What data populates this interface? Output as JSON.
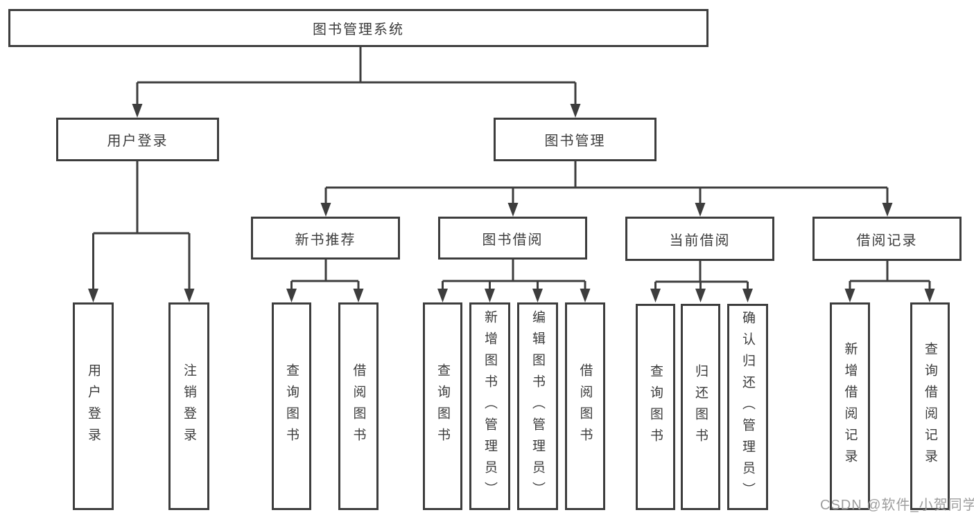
{
  "tree": {
    "label": "图书管理系统",
    "children": [
      {
        "label": "用户登录",
        "children": [
          {
            "label": "用户登录"
          },
          {
            "label": "注销登录"
          }
        ]
      },
      {
        "label": "图书管理",
        "children": [
          {
            "label": "新书推荐",
            "children": [
              {
                "label": "查询图书"
              },
              {
                "label": "借阅图书"
              }
            ]
          },
          {
            "label": "图书借阅",
            "children": [
              {
                "label": "查询图书"
              },
              {
                "label": "新增图书（管理员）"
              },
              {
                "label": "编辑图书（管理员）"
              },
              {
                "label": "借阅图书"
              }
            ]
          },
          {
            "label": "当前借阅",
            "children": [
              {
                "label": "查询图书"
              },
              {
                "label": "归还图书"
              },
              {
                "label": "确认归还（管理员）"
              }
            ]
          },
          {
            "label": "借阅记录",
            "children": [
              {
                "label": "新增借阅记录"
              },
              {
                "label": "查询借阅记录"
              }
            ]
          }
        ]
      }
    ]
  },
  "watermark": "CSDN @软件_小贺同学",
  "colors": {
    "line": "#3d3d3d",
    "text": "#3c3c3c",
    "background": "#ffffff",
    "watermark": "#9d9d9d"
  }
}
